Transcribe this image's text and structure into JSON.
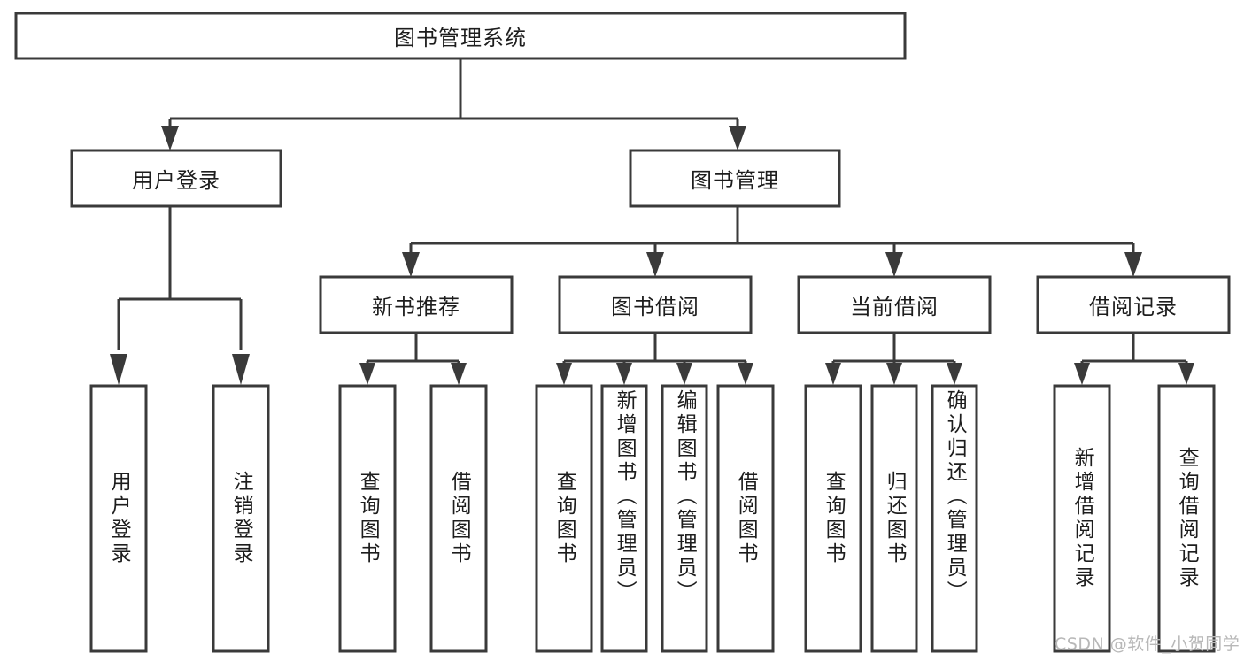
{
  "diagram": {
    "title": "图书管理系统",
    "watermark": "CSDN @软件_小贺同学",
    "colors": {
      "stroke": "#3a3a3a",
      "fill": "#ffffff",
      "text": "#1d1d1d",
      "watermark": "#b8b8b8",
      "background": "#ffffff"
    },
    "levels": {
      "root": {
        "label": "图书管理系统"
      },
      "level2": [
        {
          "id": "user-login",
          "label": "用户登录"
        },
        {
          "id": "book-manage",
          "label": "图书管理"
        }
      ],
      "level3": [
        {
          "id": "new-book-recommend",
          "label": "新书推荐"
        },
        {
          "id": "book-borrow",
          "label": "图书借阅"
        },
        {
          "id": "current-borrow",
          "label": "当前借阅"
        },
        {
          "id": "borrow-record",
          "label": "借阅记录"
        }
      ],
      "leaves": [
        {
          "id": "leaf-user-login",
          "label": "用户登录",
          "parent": "user-login"
        },
        {
          "id": "leaf-logout-login",
          "label": "注销登录",
          "parent": "user-login"
        },
        {
          "id": "leaf-query-book-1",
          "label": "查询图书",
          "parent": "new-book-recommend"
        },
        {
          "id": "leaf-borrow-book-1",
          "label": "借阅图书",
          "parent": "new-book-recommend"
        },
        {
          "id": "leaf-query-book-2",
          "label": "查询图书",
          "parent": "book-borrow"
        },
        {
          "id": "leaf-add-book",
          "label": "新增图书（管理员）",
          "parent": "book-borrow"
        },
        {
          "id": "leaf-edit-book",
          "label": "编辑图书（管理员）",
          "parent": "book-borrow"
        },
        {
          "id": "leaf-borrow-book-2",
          "label": "借阅图书",
          "parent": "book-borrow"
        },
        {
          "id": "leaf-query-book-3",
          "label": "查询图书",
          "parent": "current-borrow"
        },
        {
          "id": "leaf-return-book",
          "label": "归还图书",
          "parent": "current-borrow"
        },
        {
          "id": "leaf-confirm-return",
          "label": "确认归还（管理员）",
          "parent": "current-borrow"
        },
        {
          "id": "leaf-add-record",
          "label": "新增借阅记录",
          "parent": "borrow-record"
        },
        {
          "id": "leaf-query-record",
          "label": "查询借阅记录",
          "parent": "borrow-record"
        }
      ]
    }
  }
}
